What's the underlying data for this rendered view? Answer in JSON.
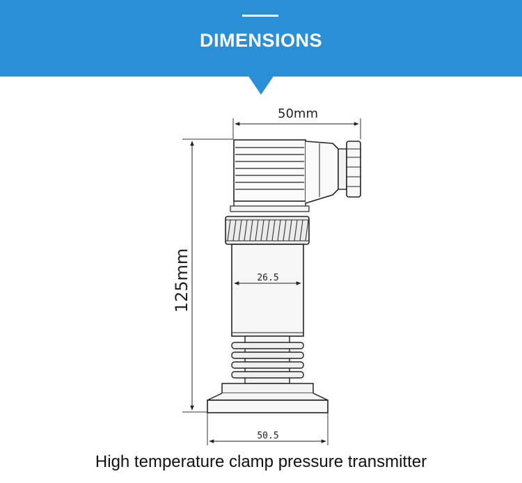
{
  "header": {
    "title": "DIMENSIONS",
    "background_color": "#2b8fd6"
  },
  "dimensions": {
    "top_width": "50mm",
    "height": "125mm",
    "body_diameter": "26.5",
    "flange_diameter": "50.5"
  },
  "caption": "High temperature clamp pressure transmitter"
}
